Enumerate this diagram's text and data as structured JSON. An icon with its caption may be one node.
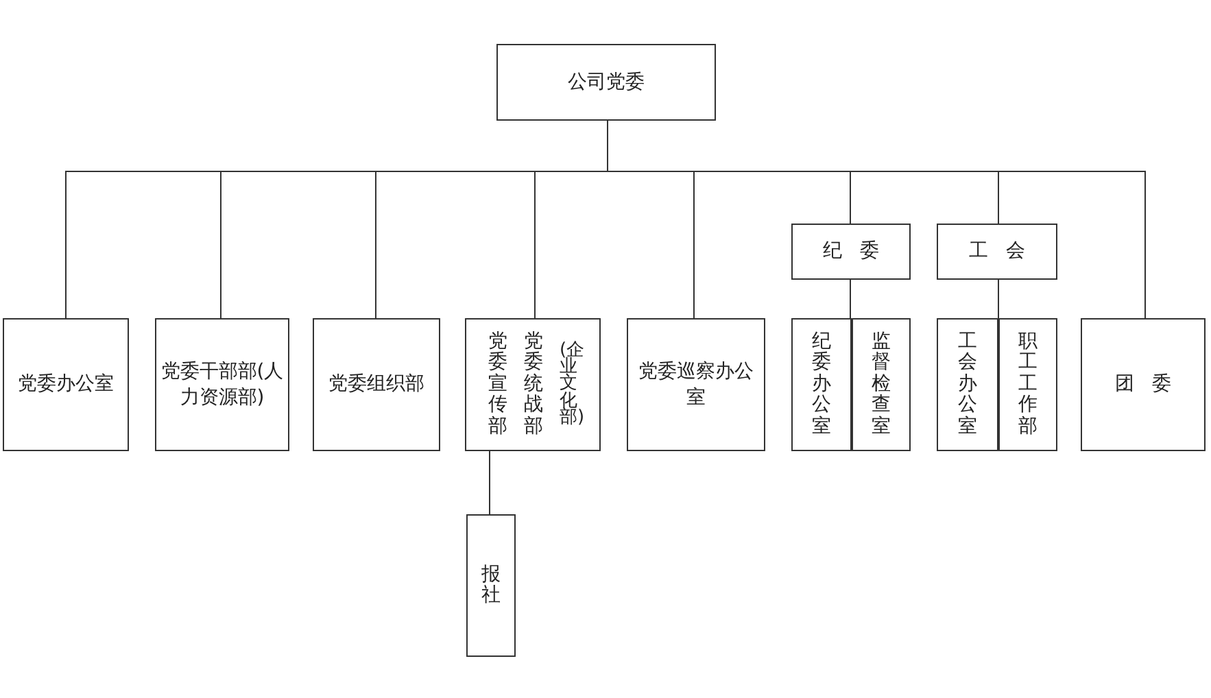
{
  "diagram": {
    "nodes": [
      {
        "text": [
          "公司党委"
        ]
      },
      {
        "text": [
          "党委办公室"
        ]
      },
      {
        "text": [
          "党委干部部(人力资源部)"
        ]
      },
      {
        "text": [
          "党委组织部"
        ]
      },
      {
        "text": [
          "党委宣传部",
          "党委统战部",
          "(企业文化部)"
        ]
      },
      {
        "text": [
          "党委巡察办公室"
        ]
      },
      {
        "text": [
          "纪委"
        ]
      },
      {
        "text": [
          "纪委办公室"
        ]
      },
      {
        "text": [
          "监督检查室"
        ]
      },
      {
        "text": [
          "工会"
        ]
      },
      {
        "text": [
          "工会办公室"
        ]
      },
      {
        "text": [
          "职工工作部"
        ]
      },
      {
        "text": [
          "团委"
        ]
      },
      {
        "text": [
          "报社"
        ]
      }
    ],
    "edges": [
      {
        "from": 0,
        "to": 1,
        "arrow": "none"
      },
      {
        "from": 0,
        "to": 2,
        "arrow": "none"
      },
      {
        "from": 0,
        "to": 3,
        "arrow": "none"
      },
      {
        "from": 0,
        "to": 4,
        "arrow": "none"
      },
      {
        "from": 0,
        "to": 5,
        "arrow": "none"
      },
      {
        "from": 0,
        "to": 6,
        "arrow": "none"
      },
      {
        "from": 0,
        "to": 9,
        "arrow": "none"
      },
      {
        "from": 0,
        "to": 12,
        "arrow": "none"
      },
      {
        "from": 6,
        "to": 7,
        "arrow": "none"
      },
      {
        "from": 6,
        "to": 8,
        "arrow": "none"
      },
      {
        "from": 9,
        "to": 10,
        "arrow": "none"
      },
      {
        "from": 9,
        "to": 11,
        "arrow": "none"
      },
      {
        "from": 4,
        "to": 13,
        "arrow": "none"
      }
    ]
  }
}
